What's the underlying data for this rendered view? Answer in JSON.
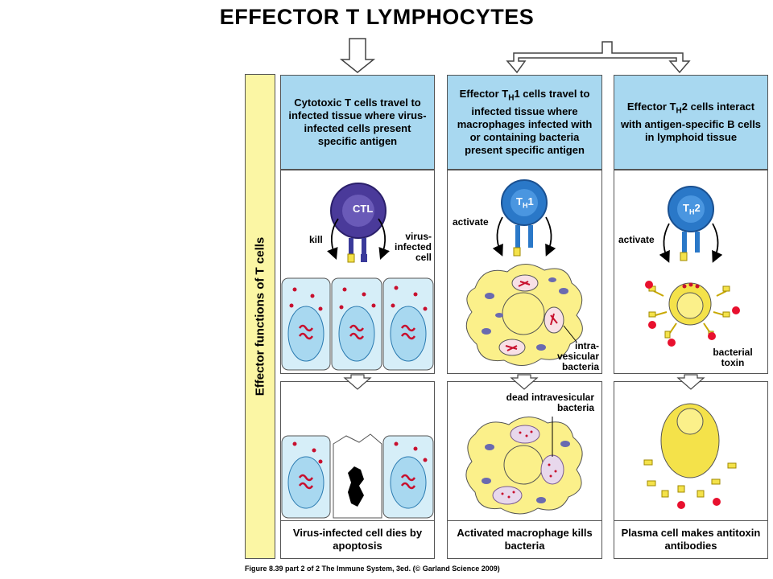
{
  "title": "EFFECTOR T LYMPHOCYTES",
  "sidebar": {
    "label": "Effector functions of T cells"
  },
  "columns": [
    {
      "header": "Cytotoxic T cells travel to infected tissue where virus-infected cells present specific antigen",
      "cell_label": "CTL",
      "labels": {
        "kill": "kill",
        "target": "virus-infected cell"
      },
      "footer": "Virus-infected cell dies by apoptosis"
    },
    {
      "header_pre": "Effector T",
      "header_sub": "H",
      "header_post": "1 cells travel to infected tissue where macrophages infected with or containing bacteria present specific antigen",
      "cell_label_main": "T",
      "cell_label_sub": "H",
      "cell_label_num": "1",
      "labels": {
        "activate": "activate",
        "bacteria": "intra-vesicular bacteria",
        "dead": "dead intravesicular bacteria"
      },
      "footer": "Activated macrophage kills bacteria"
    },
    {
      "header_pre": "Effector T",
      "header_sub": "H",
      "header_post": "2 cells interact with antigen-specific B cells in lymphoid tissue",
      "cell_label_main": "T",
      "cell_label_sub": "H",
      "cell_label_num": "2",
      "labels": {
        "activate": "activate",
        "toxin": "bacterial toxin"
      },
      "footer": "Plasma cell makes antitoxin antibodies"
    }
  ],
  "caption": "Figure 8.39 part 2 of 2 The Immune System, 3ed. (© Garland Science 2009)",
  "colors": {
    "header_bg": "#a8d8f0",
    "sidebar_bg": "#fbf6a4",
    "ctl_cell": "#4a3a9a",
    "th_cell": "#2a78c8",
    "virus_dot": "#c8102e",
    "macrophage": "#fbf08a",
    "toxin": "#e8102e"
  }
}
